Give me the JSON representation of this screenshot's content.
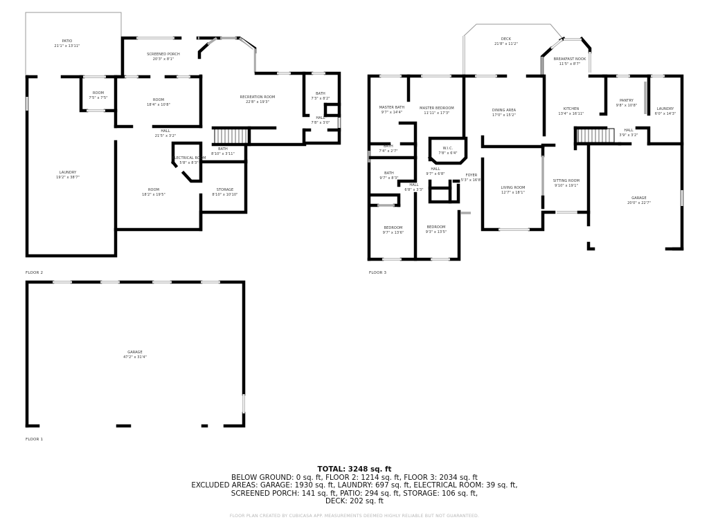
{
  "floors": {
    "floor2": {
      "label": "FLOOR 2",
      "rooms": {
        "patio": {
          "name": "PATIO",
          "dims": "21'1\" x 13'11\""
        },
        "screened_porch": {
          "name": "SCREENED PORCH",
          "dims": "20'3\" x 8'1\""
        },
        "room_small": {
          "name": "ROOM",
          "dims": "7'5\" x 7'5\""
        },
        "room_mid": {
          "name": "ROOM",
          "dims": "18'4\" x 10'8\""
        },
        "recreation_room": {
          "name": "RECREATION ROOM",
          "dims": "22'8\" x 19'3\""
        },
        "bath_top": {
          "name": "BATH",
          "dims": "7'3\" x 8'2\""
        },
        "hall_right": {
          "name": "HALL",
          "dims": "7'8\" x 3'0\""
        },
        "hall_main": {
          "name": "HALL",
          "dims": "21'5\" x 3'2\""
        },
        "laundry": {
          "name": "LAUNDRY",
          "dims": "19'2\" x 38'7\""
        },
        "electrical_room": {
          "name": "ELECTRICAL ROOM",
          "dims": "5'8\" x 8'3\""
        },
        "bath_lower": {
          "name": "BATH",
          "dims": "8'10\" x 3'11\""
        },
        "room_large": {
          "name": "ROOM",
          "dims": "18'2\" x 19'5\""
        },
        "storage": {
          "name": "STORAGE",
          "dims": "8'10\" x 10'10\""
        }
      }
    },
    "floor1": {
      "label": "FLOOR 1",
      "rooms": {
        "garage": {
          "name": "GARAGE",
          "dims": "47'2\" x 31'4\""
        }
      }
    },
    "floor3": {
      "label": "FLOOR 3",
      "rooms": {
        "deck": {
          "name": "DECK",
          "dims": "21'8\" x 11'2\""
        },
        "breakfast_nook": {
          "name": "BREAKFAST NOOK",
          "dims": "11'5\" x 8'7\""
        },
        "master_bath": {
          "name": "MASTER BATH",
          "dims": "9'7\" x 14'4\""
        },
        "master_bedroom": {
          "name": "MASTER BEDROOM",
          "dims": "11'11\" x 17'3\""
        },
        "dining_area": {
          "name": "DINING AREA",
          "dims": "17'0\" x 15'2\""
        },
        "kitchen": {
          "name": "KITCHEN",
          "dims": "13'4\" x 16'11\""
        },
        "pantry": {
          "name": "PANTRY",
          "dims": "9'8\" x 10'8\""
        },
        "laundry": {
          "name": "LAUNDRY",
          "dims": "6'0\" x 14'3\""
        },
        "hall_stairs": {
          "name": "HALL",
          "dims": "3'9\" x 3'2\""
        },
        "bath_small": {
          "name": "BATH",
          "dims": "7'4\" x 2'7\""
        },
        "wic": {
          "name": "W.I.C.",
          "dims": "7'8\" x 6'4\""
        },
        "bath": {
          "name": "BATH",
          "dims": "9'7\" x 8'3\""
        },
        "hall_center": {
          "name": "HALL",
          "dims": "9'7\" x 6'8\""
        },
        "hall_small": {
          "name": "HALL",
          "dims": "6'8\" x 3'3\""
        },
        "foyer": {
          "name": "FOYER",
          "dims": "5'3\" x 16'8\""
        },
        "living_room": {
          "name": "LIVING ROOM",
          "dims": "12'7\" x 18'1\""
        },
        "sitting_room": {
          "name": "SITTING ROOM",
          "dims": "9'10\" x 19'1\""
        },
        "garage": {
          "name": "GARAGE",
          "dims": "20'0\" x 22'7\""
        },
        "bedroom_left": {
          "name": "BEDROOM",
          "dims": "9'7\" x 13'6\""
        },
        "bedroom_right": {
          "name": "BEDROOM",
          "dims": "9'3\" x 13'5\""
        }
      }
    }
  },
  "summary": {
    "total": "TOTAL: 3248 sq. ft",
    "line1": "BELOW GROUND: 0 sq. ft, FLOOR 2: 1214 sq. ft, FLOOR 3: 2034 sq. ft",
    "line2": "EXCLUDED AREAS: GARAGE: 1930 sq. ft, LAUNDRY: 697 sq. ft, ELECTRICAL ROOM: 39 sq. ft,",
    "line3": "SCREENED PORCH: 141 sq. ft, PATIO: 294 sq. ft, STORAGE: 106 sq. ft,",
    "line4": "DECK: 202 sq. ft"
  },
  "disclaimer": "FLOOR PLAN CREATED BY CUBICASA APP. MEASUREMENTS DEEMED HIGHLY RELIABLE BUT NOT GUARANTEED.",
  "colors": {
    "wall": "#000000",
    "window": "#aaaaaa",
    "outline": "#9a9a9a",
    "disclaimer": "#b8b8b8"
  }
}
